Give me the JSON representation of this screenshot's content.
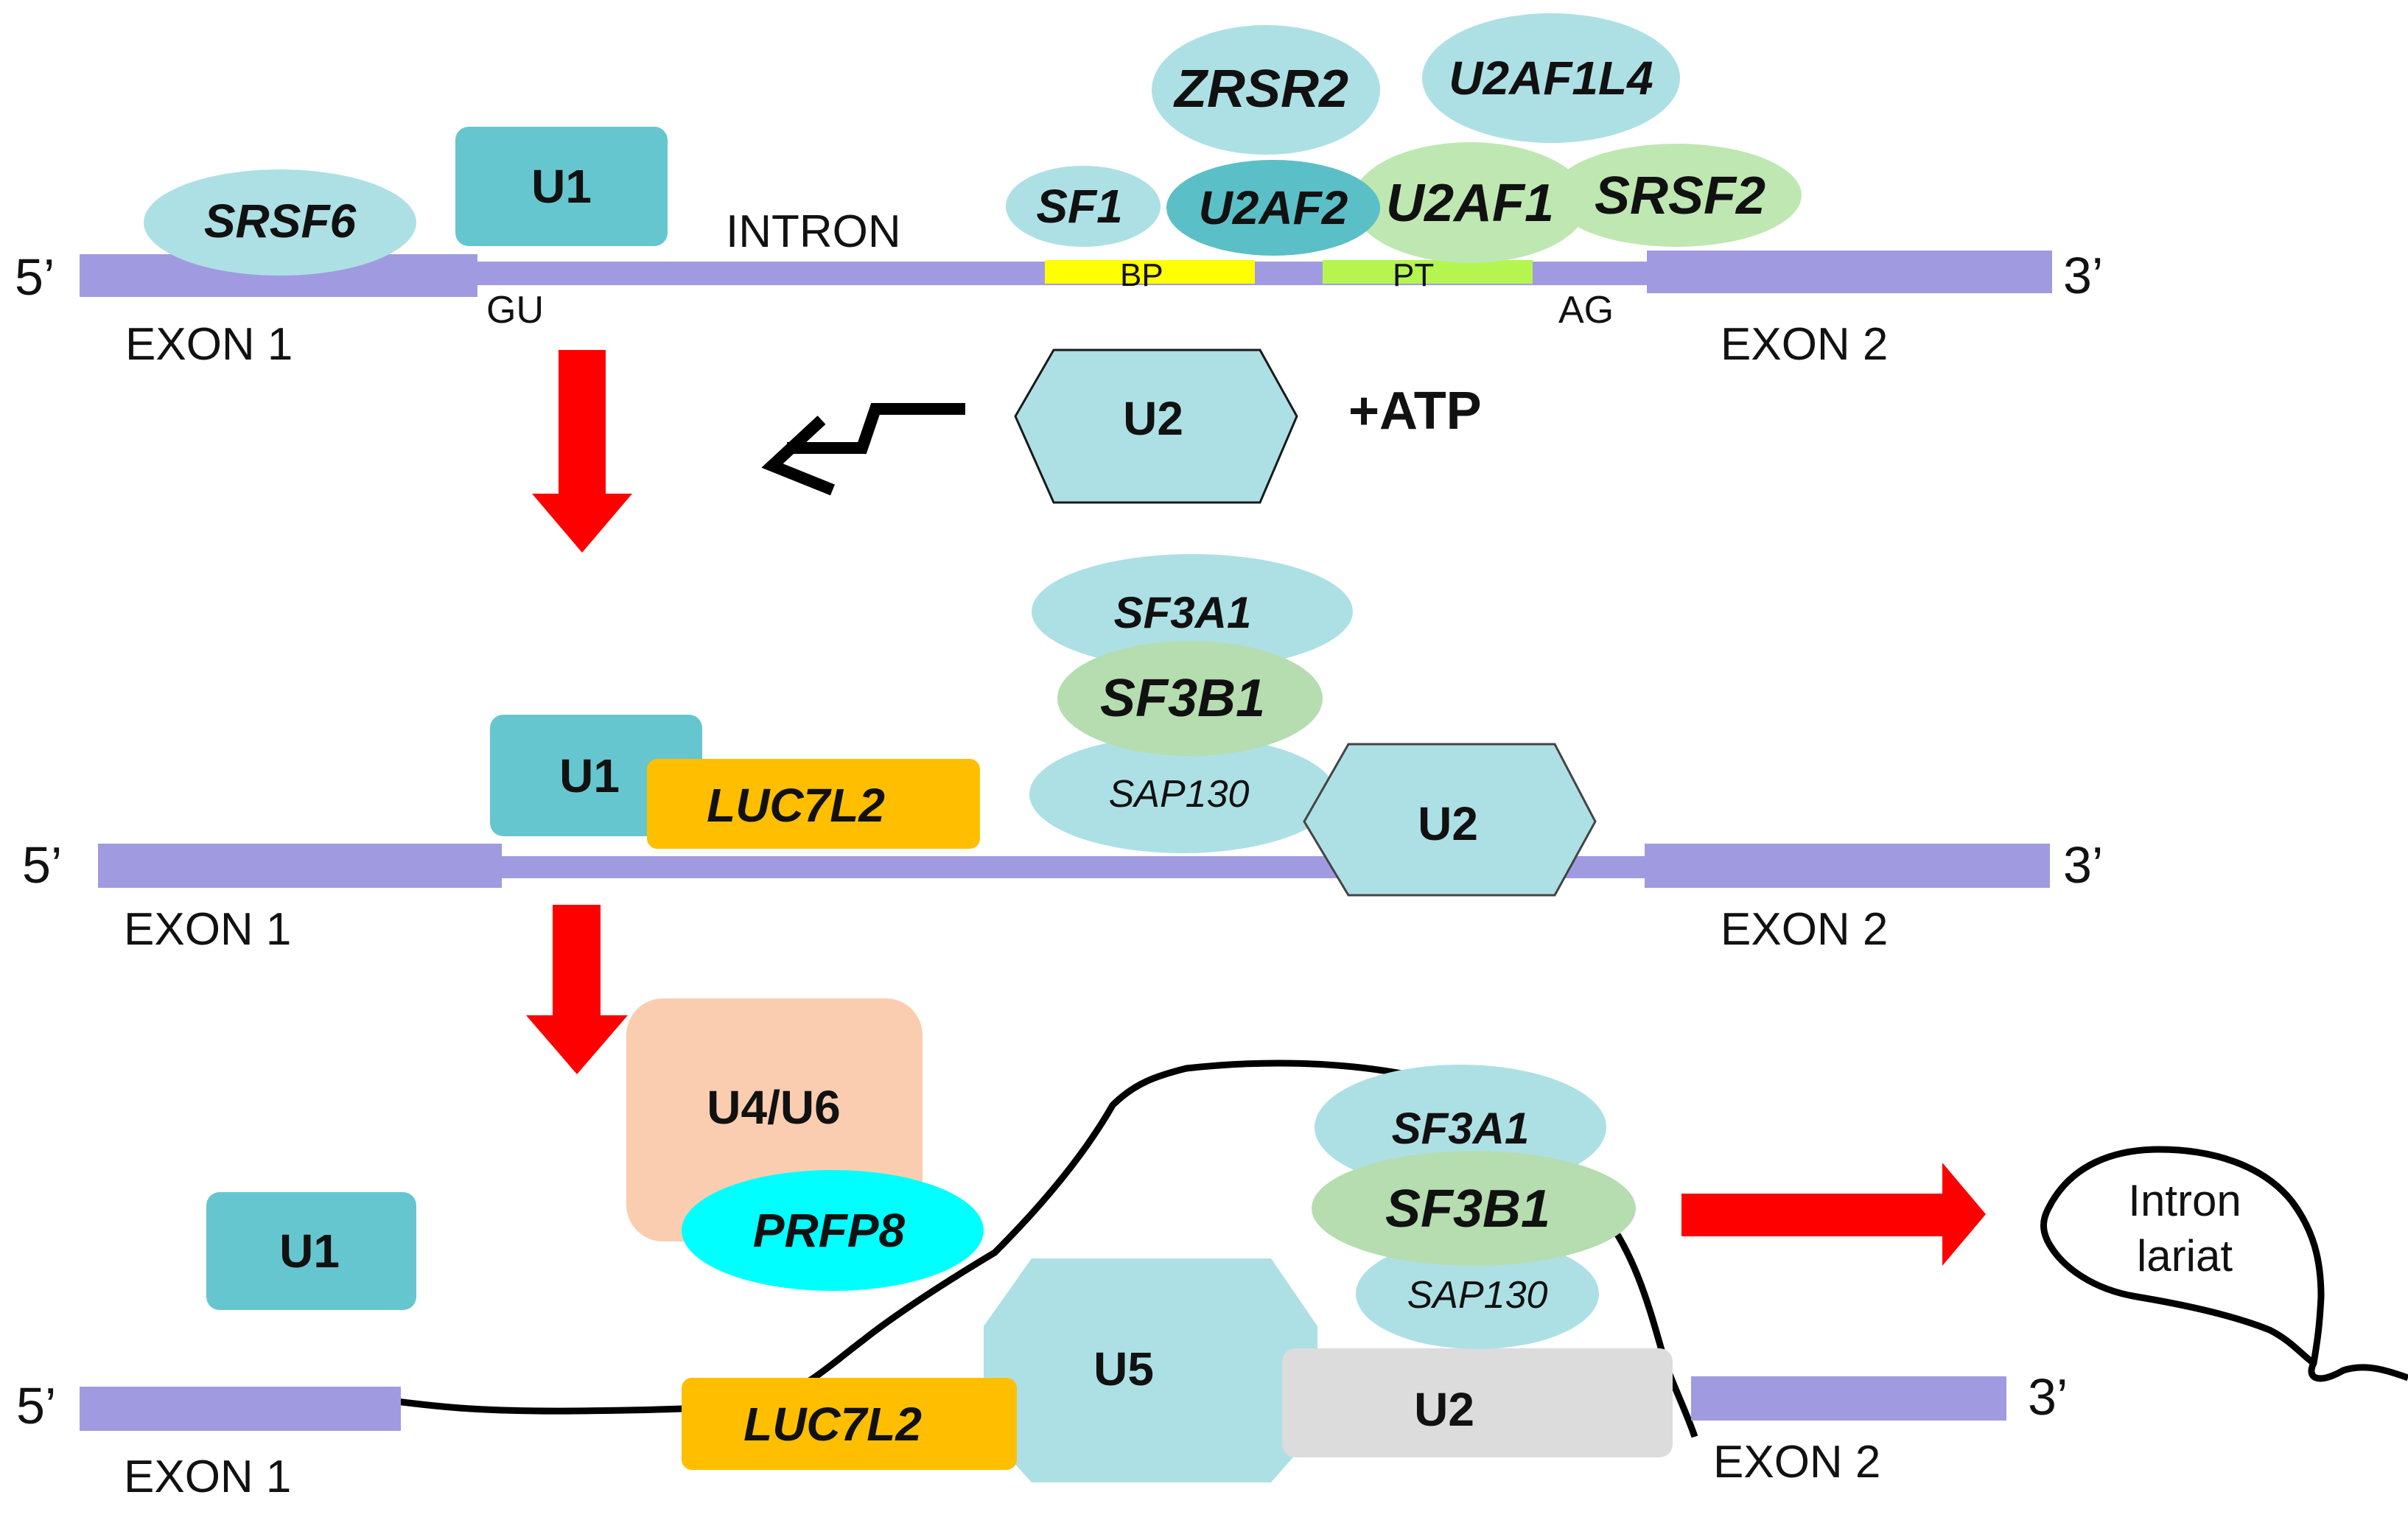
{
  "colors": {
    "exon": "#a09be0",
    "intron": "#a09be0",
    "bp": "#ffff00",
    "pt": "#b4f550",
    "u1": "#66c6cf",
    "light_teal": "#ade0e4",
    "light_green": "#bfe7b2",
    "sf3b1_green": "#b5ddb0",
    "u2af2": "#5bbfc8",
    "luc7l2": "#ffbf00",
    "u4u6": "#fbcdb0",
    "prfp8": "#00ffff",
    "u2_grey": "#dcdcdc",
    "red_arrow": "#ff0000"
  },
  "panel1": {
    "five_prime": "5’",
    "three_prime": "3’",
    "exon1": "EXON 1",
    "exon2": "EXON 2",
    "intron": "INTRON",
    "gu": "GU",
    "ag": "AG",
    "bp": "BP",
    "pt": "PT",
    "srsf6": "SRSF6",
    "u1": "U1",
    "zrsr2": "ZRSR2",
    "u2af1l4": "U2AF1L4",
    "sf1": "SF1",
    "u2af2": "U2AF2",
    "u2af1": "U2AF1",
    "srsf2": "SRSF2",
    "u2": "U2",
    "atp": "+ATP"
  },
  "panel2": {
    "five_prime": "5’",
    "three_prime": "3’",
    "exon1": "EXON 1",
    "exon2": "EXON 2",
    "u1": "U1",
    "luc7l2": "LUC7L2",
    "sf3a1": "SF3A1",
    "sf3b1": "SF3B1",
    "sap130": "SAP130",
    "u2": "U2"
  },
  "panel3": {
    "five_prime": "5’",
    "three_prime": "3’",
    "exon1": "EXON 1",
    "exon2": "EXON 2",
    "u1": "U1",
    "u4u6": "U4/U6",
    "prfp8": "PRFP8",
    "luc7l2": "LUC7L2",
    "u5": "U5",
    "sf3a1": "SF3A1",
    "sf3b1": "SF3B1",
    "sap130": "SAP130",
    "u2": "U2",
    "lariat_line1": "Intron",
    "lariat_line2": "lariat"
  }
}
